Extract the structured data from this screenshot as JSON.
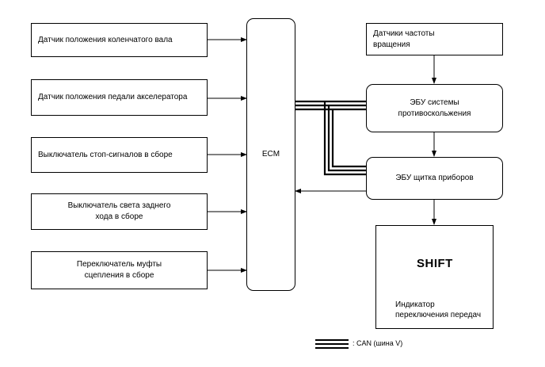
{
  "inputs": [
    {
      "label": "Датчик положения коленчатого вала"
    },
    {
      "label": "Датчик положения педали акселератора"
    },
    {
      "label": "Выключатель стоп-сигналов в сборе"
    },
    {
      "label": "Выключатель света заднего\nхода в сборе"
    },
    {
      "label": "Переключатель муфты\nсцепления в сборе"
    }
  ],
  "ecm": {
    "label": "ECM"
  },
  "speed_sensors": {
    "label": "Датчики частоты\nвращения"
  },
  "skid_ecu": {
    "label": "ЭБУ системы\nпротивоскольжения"
  },
  "meter_ecu": {
    "label": "ЭБУ щитка приборов"
  },
  "indicator": {
    "shift_text": "SHIFT",
    "caption": "Индикатор\nпереключения передач"
  },
  "legend": {
    "text": ": CAN (шина V)"
  }
}
